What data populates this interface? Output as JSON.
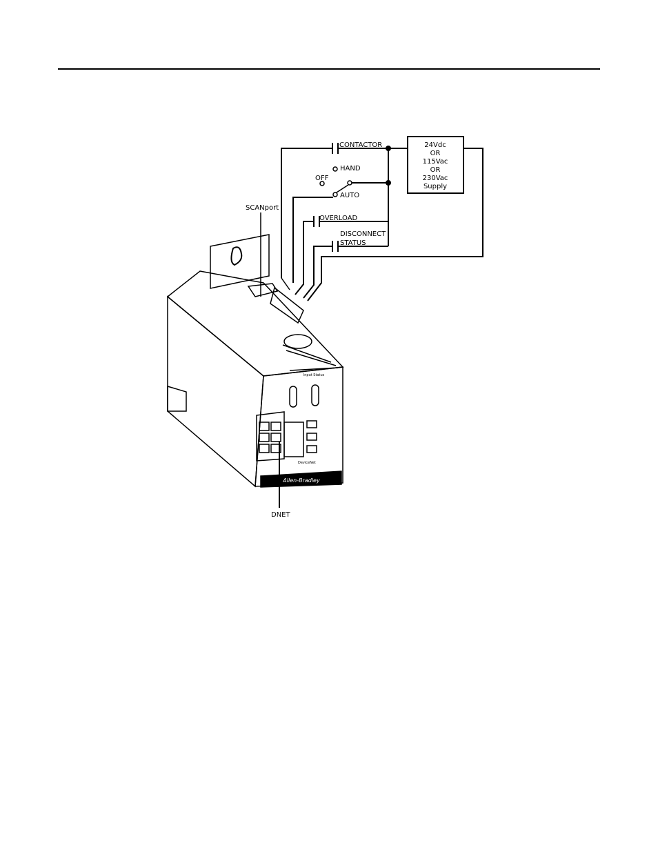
{
  "labels": {
    "contactor": "CONTACTOR",
    "hand": "HAND",
    "off": "OFF",
    "auto": "AUTO",
    "overload": "OVERLOAD",
    "disconnect": "DISCONNECT",
    "status": "STATUS",
    "scanport": "SCANport",
    "dnet": "DNET"
  },
  "supply": {
    "line1": "24Vdc",
    "line2": "OR",
    "line3": "115Vac",
    "line4": "OR",
    "line5": "230Vac",
    "line6": "Supply"
  },
  "device": {
    "brand": "Allen-Bradley",
    "panel_title": "Input Status",
    "network": "DeviceNet"
  }
}
